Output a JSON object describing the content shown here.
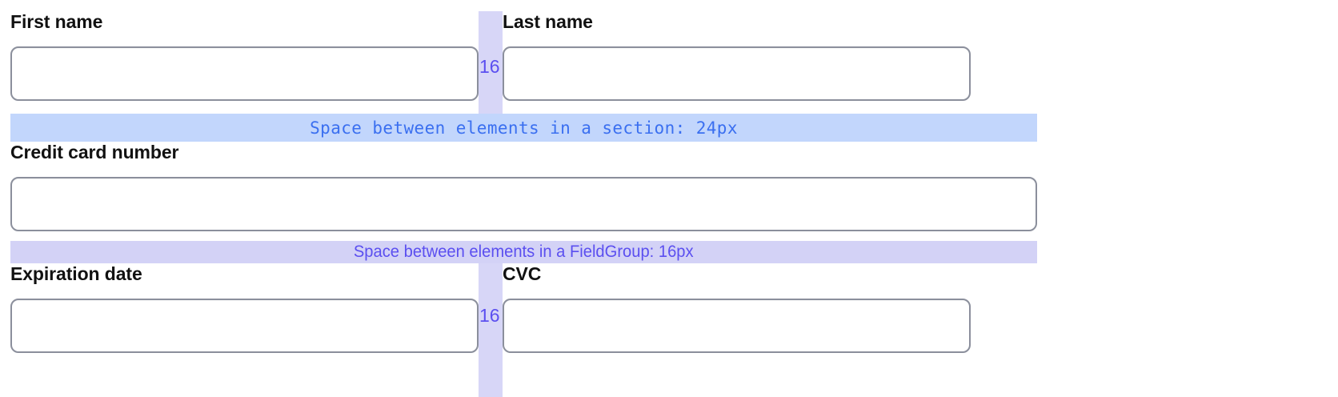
{
  "form": {
    "rows": [
      {
        "name": "names-row",
        "fields": [
          {
            "label": "First name",
            "value": "",
            "placeholder": ""
          },
          {
            "label": "Last name",
            "value": "",
            "placeholder": ""
          }
        ],
        "gap_label": "16"
      },
      {
        "name": "credit-card-row",
        "fields": [
          {
            "label": "Credit card number",
            "value": "",
            "placeholder": ""
          }
        ]
      },
      {
        "name": "expiry-row",
        "fields": [
          {
            "label": "Expiration date",
            "value": "",
            "placeholder": ""
          },
          {
            "label": "CVC",
            "value": "",
            "placeholder": ""
          }
        ],
        "gap_label": "16"
      }
    ]
  },
  "annotations": {
    "section_band": {
      "text": "Space between elements in a section: 24px",
      "background": "#c2d6fc",
      "text_color": "#3a6ff0"
    },
    "fieldgroup_band": {
      "text": "Space between elements in a FieldGroup: 16px",
      "background": "#d3d2f6",
      "text_color": "#5b4ff0"
    },
    "column_gap": {
      "label": "16",
      "background": "#d7d6f7",
      "text_color": "#5b4ff0"
    }
  },
  "colors": {
    "input_border": "#8b8f9c",
    "label_text": "#111111",
    "page_background": "#ffffff"
  }
}
